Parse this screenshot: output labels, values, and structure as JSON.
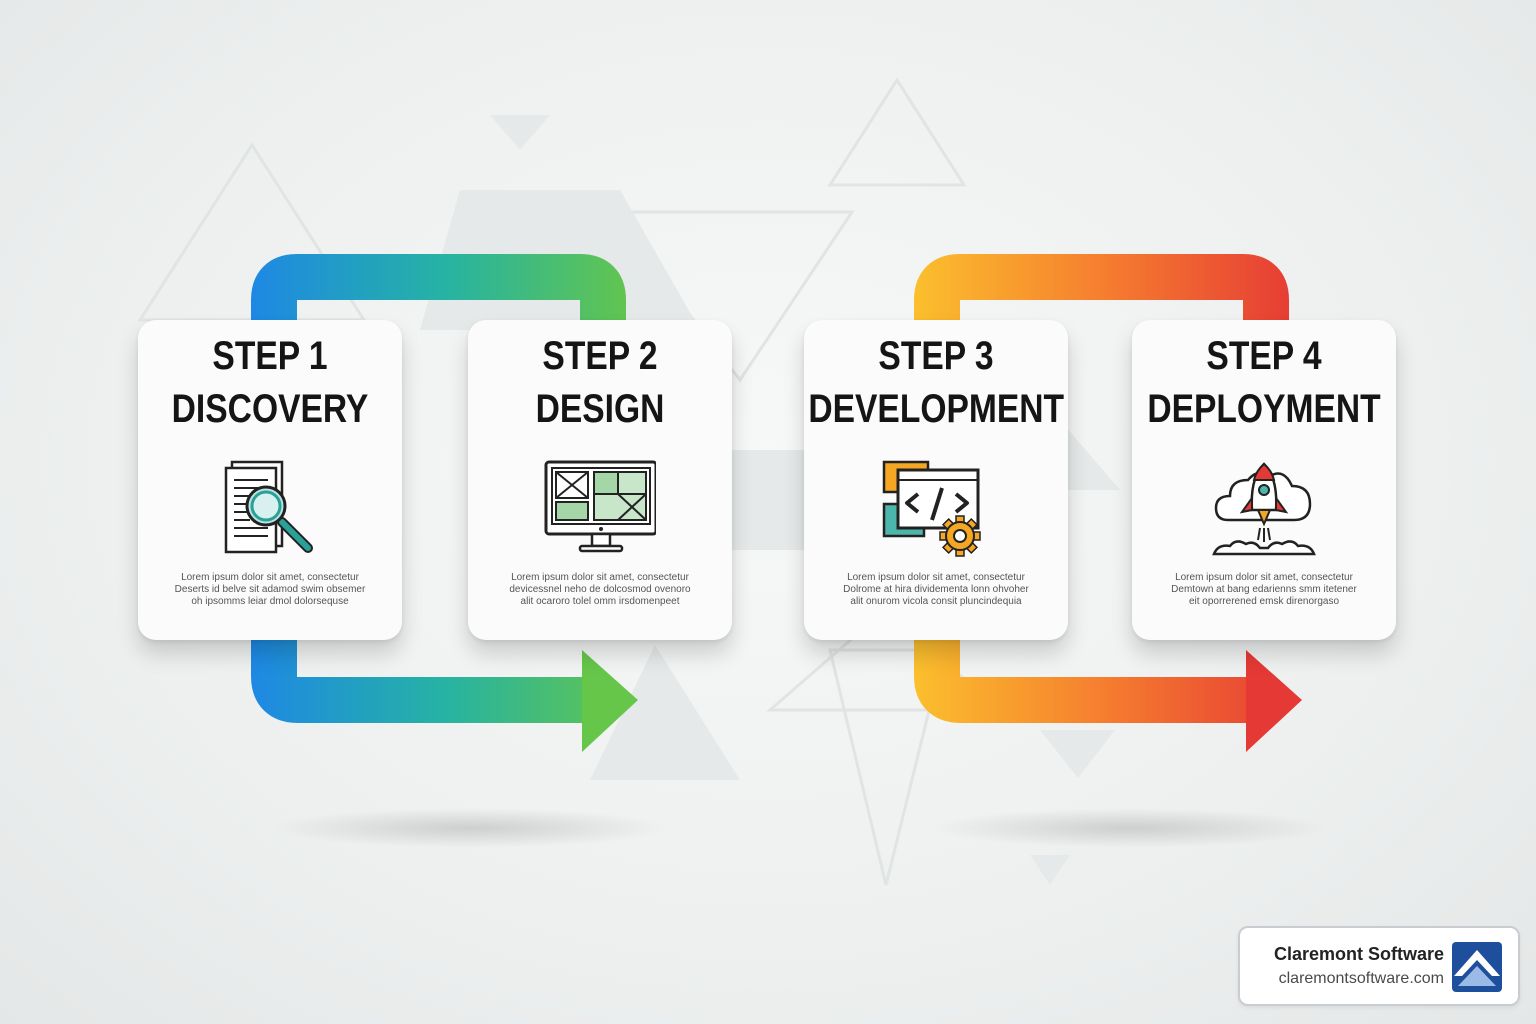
{
  "steps": [
    {
      "number": "STEP 1",
      "title": "DISCOVERY",
      "icon": "document-magnifier-icon",
      "description": [
        "Lorem ipsum dolor sit amet, consectetur",
        "Deserts id belve sit adamod swim obsemer",
        "oh ipsomms leiar dmol dolorsequse"
      ]
    },
    {
      "number": "STEP 2",
      "title": "DESIGN",
      "icon": "monitor-wireframe-icon",
      "description": [
        "Lorem ipsum dolor sit amet, consectetur",
        "devicessnel neho de dolcosmod ovenoro",
        "alit ocaroro tolel omm irsdomenpeet"
      ]
    },
    {
      "number": "STEP 3",
      "title": "DEVELOPMENT",
      "icon": "code-gear-icon",
      "description": [
        "Lorem ipsum dolor sit amet, consectetur",
        "Dolrome at hira dividementa lonn ohvoher",
        "alit onurom vicola consit pluncindequia"
      ]
    },
    {
      "number": "STEP 4",
      "title": "DEPLOYMENT",
      "icon": "rocket-cloud-icon",
      "description": [
        "Lorem ipsum dolor sit amet, consectetur",
        "Demtown at bang edarienns smm itetener",
        "eit oporrerened emsk direnorgaso"
      ]
    }
  ],
  "brand": {
    "name": "Claremont Software",
    "url": "claremontsoftware.com",
    "logo": "mountain-logo-icon"
  },
  "colors": {
    "loop1_start": "#1e88e5",
    "loop1_end": "#5cc44a",
    "loop2_start": "#fbc02d",
    "loop2_end": "#e53935",
    "icon_teal": "#2aa198",
    "icon_green": "#a5d6a7",
    "icon_orange": "#f5a623"
  }
}
